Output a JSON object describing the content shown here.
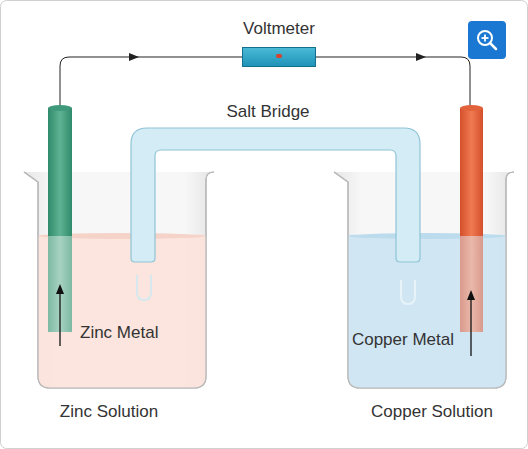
{
  "diagram": {
    "nodes": [
      {
        "text": [
          "Voltmeter"
        ]
      }
    ],
    "labels": [
      "Salt Bridge",
      "Zinc Metal",
      "Copper Metal",
      "Zinc Solution",
      "Copper Solution"
    ]
  }
}
